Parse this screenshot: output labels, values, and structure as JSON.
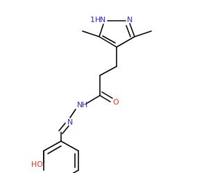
{
  "molecule": {
    "atoms": {
      "n1h": {
        "label": "N",
        "h_label": "1H",
        "color": "#2b2bd6"
      },
      "n2": {
        "label": "N",
        "color": "#2b2bd6"
      },
      "o_carbonyl": {
        "label": "O",
        "color": "#e8321e"
      },
      "nh": {
        "label": "N",
        "h_label": "H",
        "color": "#2b2bd6"
      },
      "n_imine": {
        "label": "N",
        "color": "#2b2bd6"
      },
      "oh": {
        "label": "O",
        "h_label": "HO",
        "color": "#e8321e"
      }
    }
  }
}
